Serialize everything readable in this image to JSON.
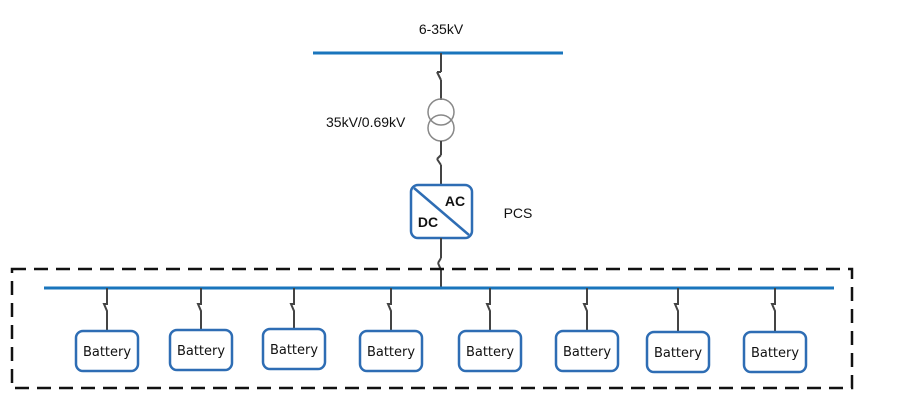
{
  "diagram": {
    "bus_voltage_label": "6-35kV",
    "transformer_label": "35kV/0.69kV",
    "pcs": {
      "label": "PCS",
      "ac_label": "AC",
      "dc_label": "DC"
    },
    "batteries": [
      {
        "label": "Battery"
      },
      {
        "label": "Battery"
      },
      {
        "label": "Battery"
      },
      {
        "label": "Battery"
      },
      {
        "label": "Battery"
      },
      {
        "label": "Battery"
      },
      {
        "label": "Battery"
      },
      {
        "label": "Battery"
      }
    ],
    "colors": {
      "bus": "#1a75bc",
      "box_border": "#2e6db4",
      "line": "#444444",
      "transformer": "#888888",
      "dashed_border": "#111111"
    }
  }
}
